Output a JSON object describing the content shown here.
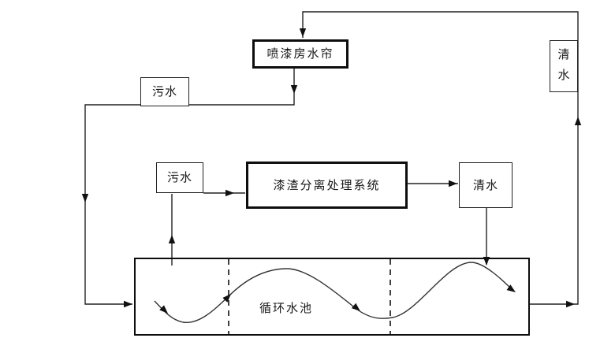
{
  "diagram": {
    "nodes": {
      "spray_booth": "喷漆房水帘",
      "wastewater_1": "污水",
      "wastewater_2": "污水",
      "separator": "漆渣分离处理系统",
      "clean_water_1": "清水",
      "clean_water_2": "清水",
      "pool": "循环水池"
    },
    "colors": {
      "line": "#222222",
      "box_border": "#0d0d0d",
      "background": "#ffffff",
      "text": "#161616"
    }
  }
}
